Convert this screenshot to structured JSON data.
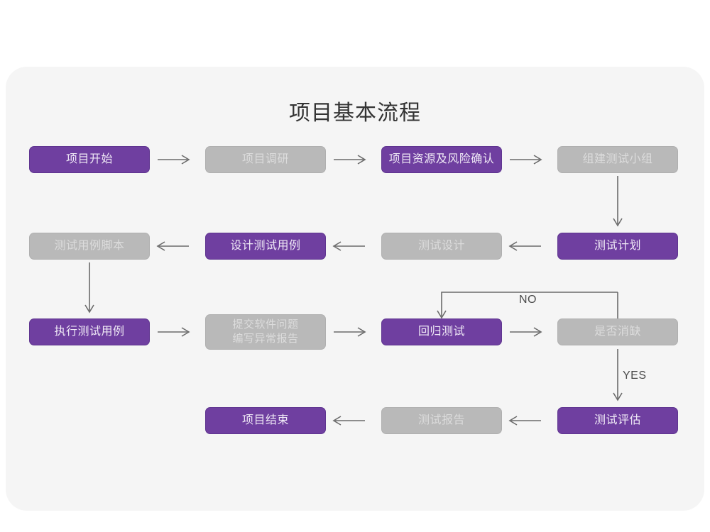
{
  "page": {
    "title": "项目基本流程",
    "background_color": "#ffffff",
    "card_color": "#f5f5f5",
    "accent_purple": "#6f3fa0",
    "accent_gray": "#b9b9b9",
    "connector_color": "#6b6b6b"
  },
  "nodes": [
    {
      "id": "project-start",
      "label": "项目开始",
      "style": "purple"
    },
    {
      "id": "project-research",
      "label": "项目调研",
      "style": "gray"
    },
    {
      "id": "resource-risk",
      "label": "项目资源及风险确认",
      "style": "purple"
    },
    {
      "id": "build-test-team",
      "label": "组建测试小组",
      "style": "gray"
    },
    {
      "id": "test-case-script",
      "label": "测试用例脚本",
      "style": "gray"
    },
    {
      "id": "design-test-case",
      "label": "设计测试用例",
      "style": "purple"
    },
    {
      "id": "test-design",
      "label": "测试设计",
      "style": "gray"
    },
    {
      "id": "test-plan",
      "label": "测试计划",
      "style": "purple"
    },
    {
      "id": "execute-test-case",
      "label": "执行测试用例",
      "style": "purple"
    },
    {
      "id": "submit-defect",
      "label": "提交软件问题\n编写异常报告",
      "style": "gray"
    },
    {
      "id": "regression-test",
      "label": "回归测试",
      "style": "purple"
    },
    {
      "id": "defect-closed",
      "label": "是否消缺",
      "style": "gray"
    },
    {
      "id": "test-evaluation",
      "label": "测试评估",
      "style": "purple"
    },
    {
      "id": "test-report",
      "label": "测试报告",
      "style": "gray"
    },
    {
      "id": "project-end",
      "label": "项目结束",
      "style": "purple"
    }
  ],
  "edge_labels": {
    "no": "NO",
    "yes": "YES"
  }
}
